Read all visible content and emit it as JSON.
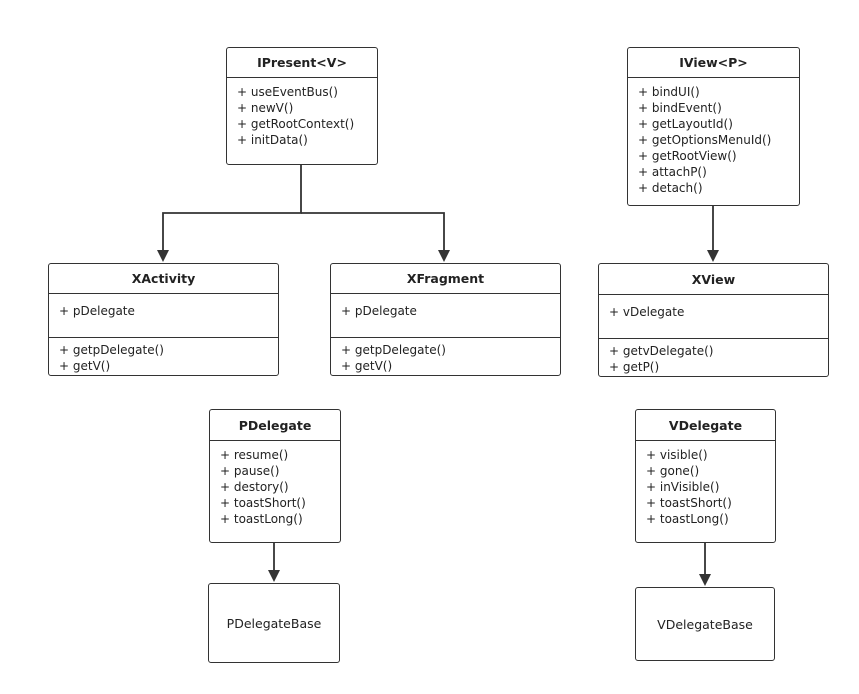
{
  "classes": {
    "ipresent": {
      "title": "IPresent<V>",
      "methods": [
        "+ useEventBus()",
        "+ newV()",
        "+ getRootContext()",
        "+ initData()"
      ]
    },
    "iview": {
      "title": "IView<P>",
      "methods": [
        "+ bindUI()",
        "+ bindEvent()",
        "+ getLayoutId()",
        "+ getOptionsMenuId()",
        "+ getRootView()",
        "+ attachP()",
        "+ detach()"
      ]
    },
    "xactivity": {
      "title": "XActivity",
      "fields": [
        "+ pDelegate"
      ],
      "methods": [
        "+ getpDelegate()",
        "+ getV()"
      ]
    },
    "xfragment": {
      "title": "XFragment",
      "fields": [
        "+ pDelegate"
      ],
      "methods": [
        "+ getpDelegate()",
        "+ getV()"
      ]
    },
    "xview": {
      "title": "XView",
      "fields": [
        "+ vDelegate"
      ],
      "methods": [
        "+ getvDelegate()",
        "+ getP()"
      ]
    },
    "pdelegate": {
      "title": "PDelegate",
      "methods": [
        "+ resume()",
        "+ pause()",
        "+ destory()",
        "+ toastShort()",
        "+ toastLong()"
      ]
    },
    "vdelegate": {
      "title": "VDelegate",
      "methods": [
        "+ visible()",
        "+ gone()",
        "+ inVisible()",
        "+ toastShort()",
        "+ toastLong()"
      ]
    },
    "pdelegatebase": {
      "title": "PDelegateBase"
    },
    "vdelegatebase": {
      "title": "VDelegateBase"
    }
  },
  "colors": {
    "line": "#333333",
    "text": "#222222",
    "background": "#ffffff"
  }
}
